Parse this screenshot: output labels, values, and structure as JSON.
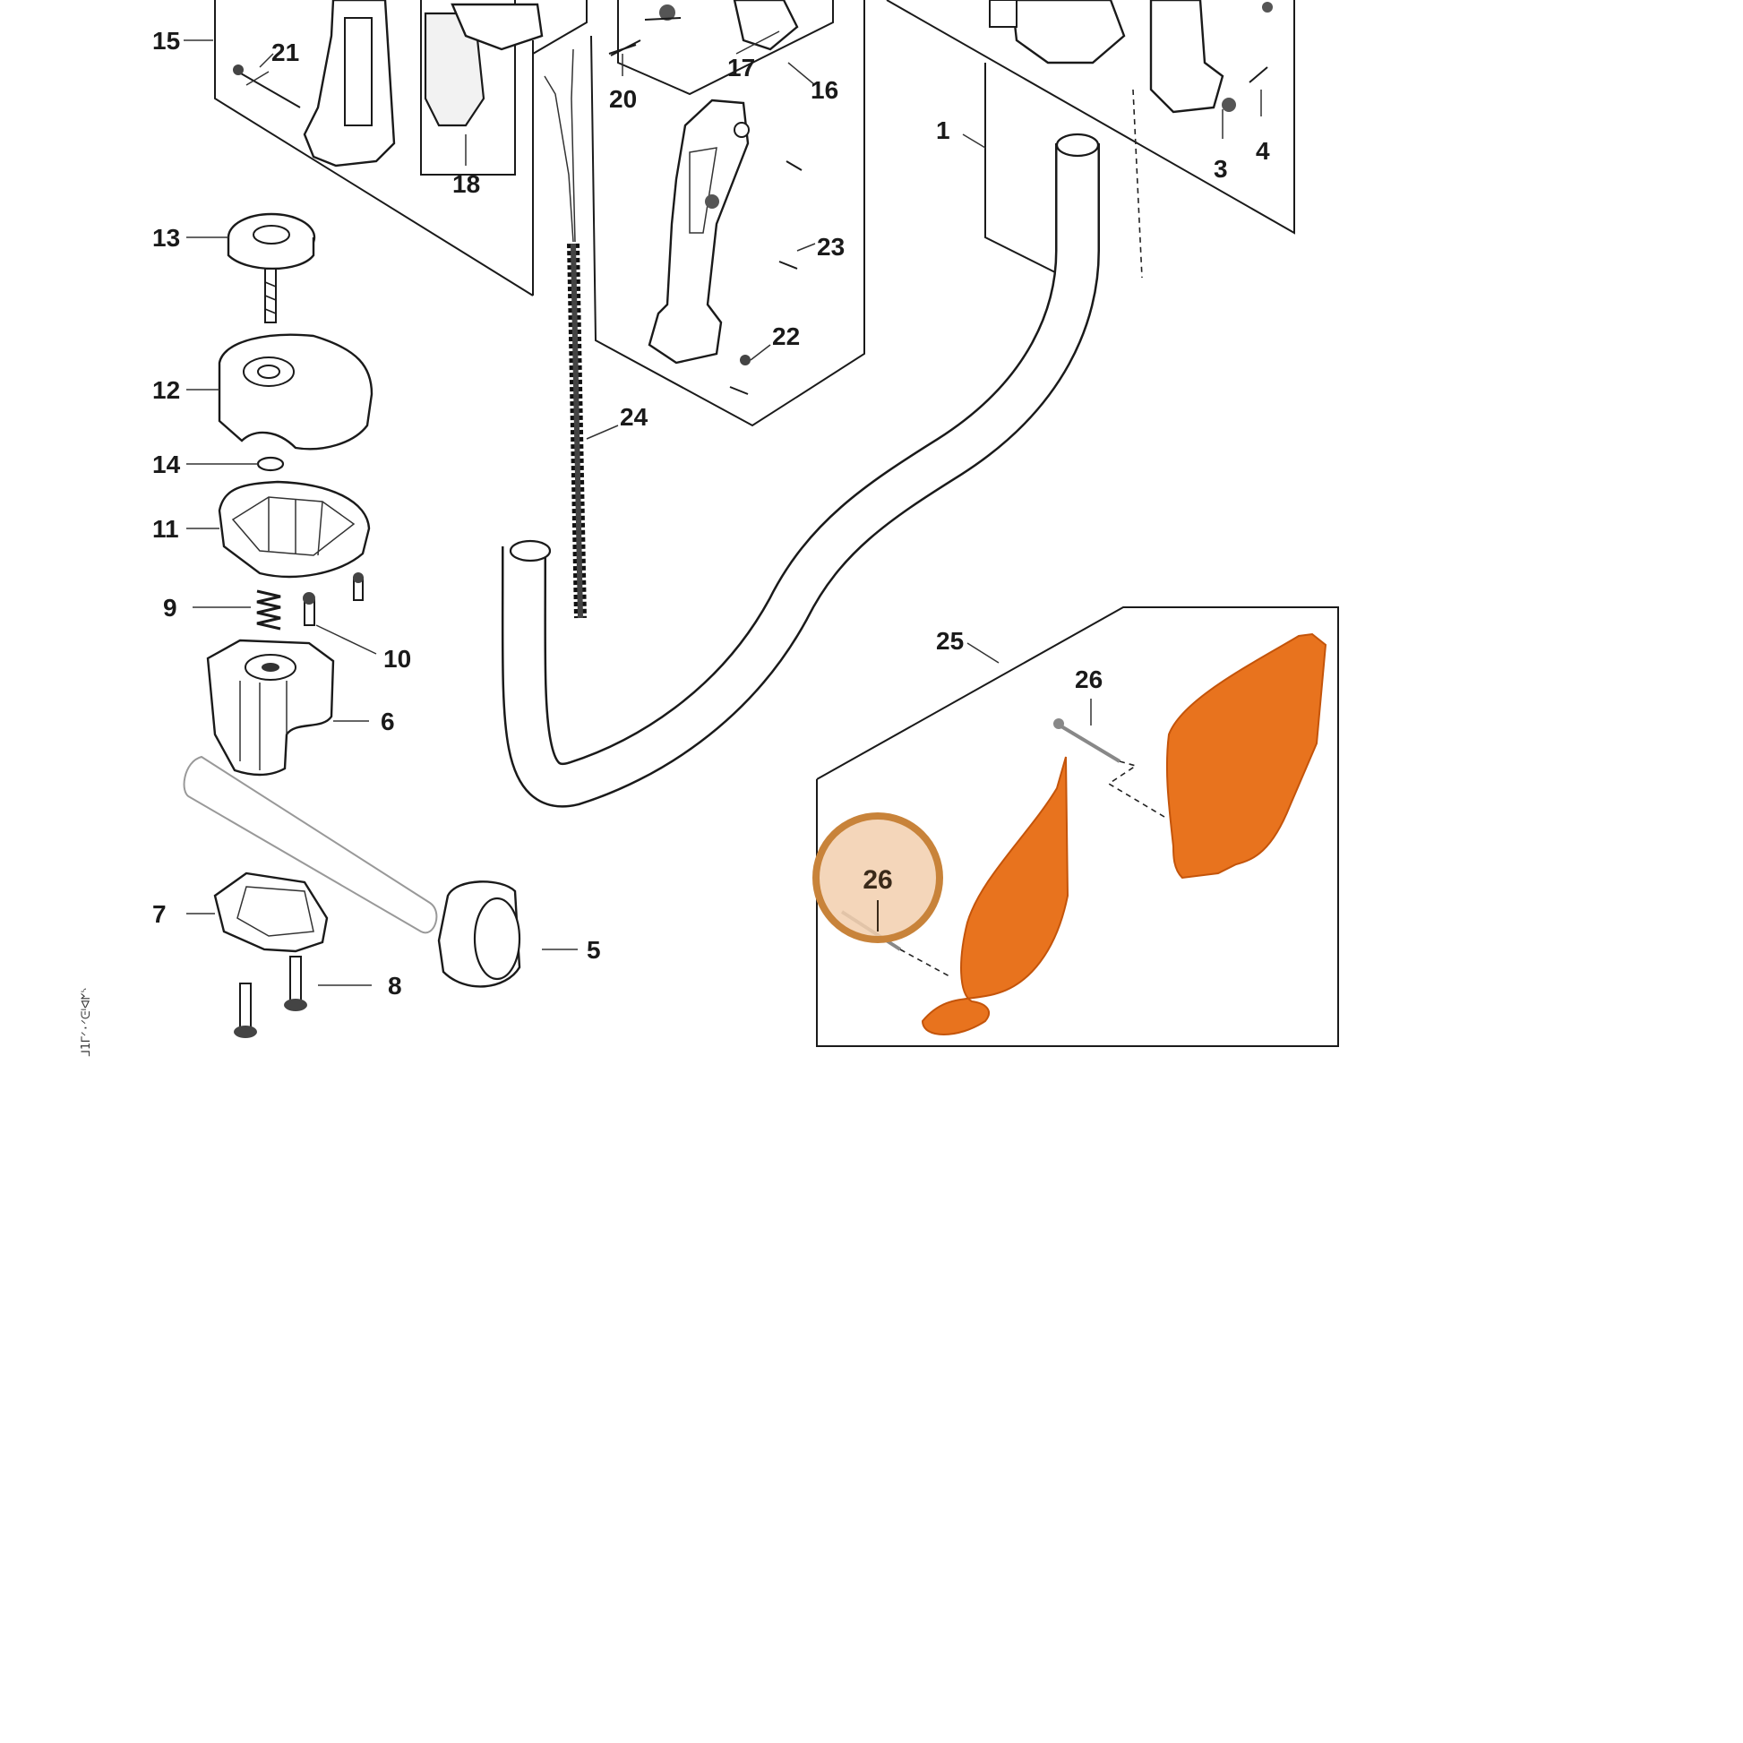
{
  "diagram": {
    "callouts": [
      {
        "id": "15",
        "label": "15"
      },
      {
        "id": "21",
        "label": "21"
      },
      {
        "id": "18",
        "label": "18"
      },
      {
        "id": "20",
        "label": "20"
      },
      {
        "id": "17",
        "label": "17"
      },
      {
        "id": "16",
        "label": "16"
      },
      {
        "id": "1",
        "label": "1"
      },
      {
        "id": "3",
        "label": "3"
      },
      {
        "id": "4",
        "label": "4"
      },
      {
        "id": "13",
        "label": "13"
      },
      {
        "id": "23",
        "label": "23"
      },
      {
        "id": "22",
        "label": "22"
      },
      {
        "id": "12",
        "label": "12"
      },
      {
        "id": "24",
        "label": "24"
      },
      {
        "id": "14",
        "label": "14"
      },
      {
        "id": "11",
        "label": "11"
      },
      {
        "id": "9",
        "label": "9"
      },
      {
        "id": "10",
        "label": "10"
      },
      {
        "id": "6",
        "label": "6"
      },
      {
        "id": "25",
        "label": "25"
      },
      {
        "id": "26a",
        "label": "26"
      },
      {
        "id": "7",
        "label": "7"
      },
      {
        "id": "5",
        "label": "5"
      },
      {
        "id": "8",
        "label": "8"
      }
    ],
    "highlight": {
      "label": "26",
      "color": "#c8833a",
      "fill": "#f2cfae"
    },
    "accent_color": "#e8731e",
    "side_code": "ᒧ1ᒥᐟ·ᐟᕮᑊᐊᖼᔅ"
  }
}
